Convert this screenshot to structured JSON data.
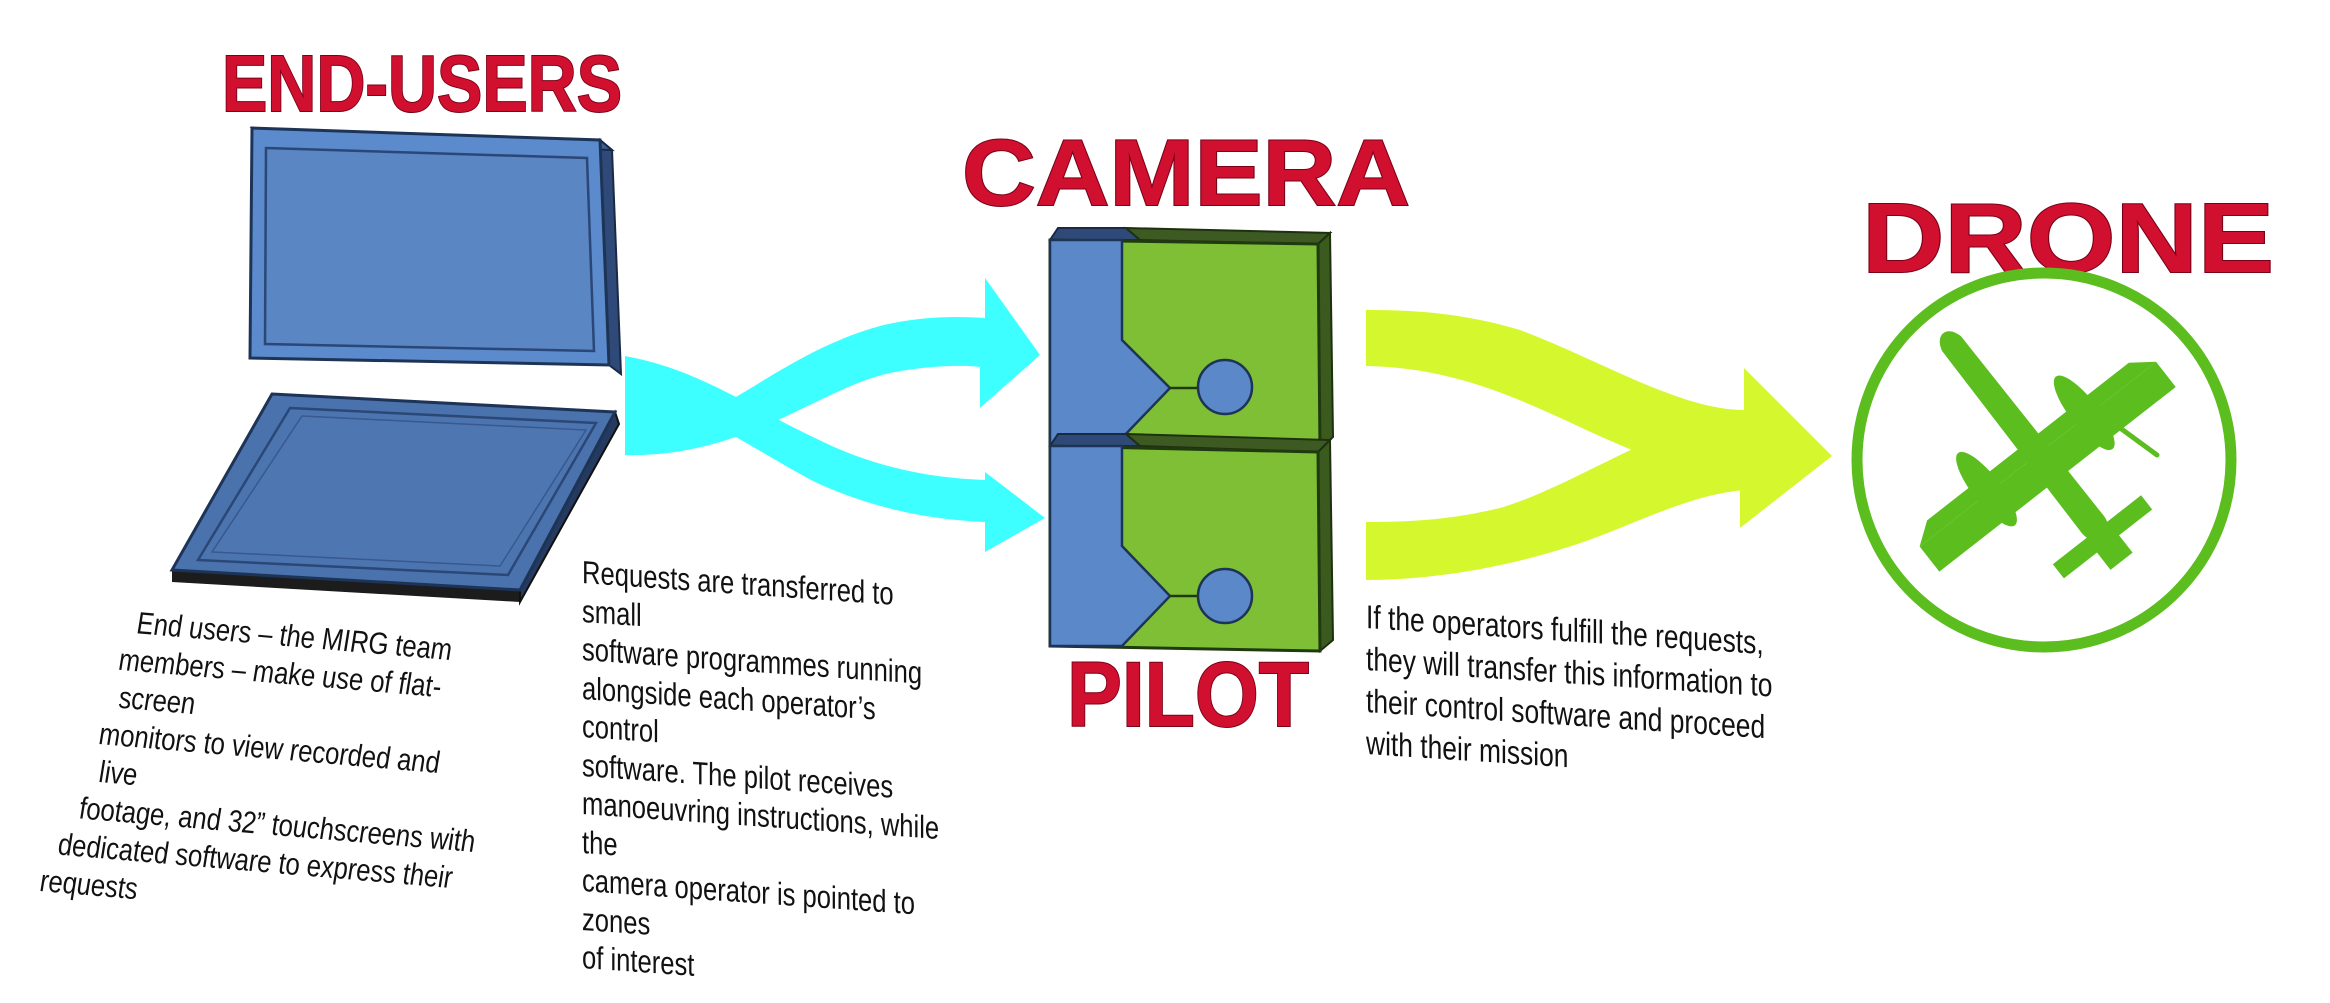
{
  "colors": {
    "heading": "#d0102e",
    "monitor_blue": "#5b8bcc",
    "monitor_dark": "#2f4a78",
    "module_green": "#7fbf35",
    "module_blue": "#5a88c8",
    "cyan_arrow": "#3effff",
    "lime_arrow": "#d4f72e",
    "drone_green": "#5cbd1e"
  },
  "icons": [
    "laptop-monitor-icon",
    "camera-module-icon",
    "pilot-module-icon",
    "airplane-icon"
  ],
  "headings": {
    "end_users": "END-USERS",
    "camera": "CAMERA",
    "pilot": "PILOT",
    "drone": "DRONE"
  },
  "captions": {
    "end_users": [
      "End users – the MIRG team",
      "members – make use of flat-screen",
      "monitors to view recorded and live",
      "footage, and 32” touchscreens with",
      "dedicated software to express their",
      "requests"
    ],
    "transfer": [
      "Requests are transferred to small",
      "software programmes running",
      "alongside each operator’s control",
      "software. The pilot receives",
      "manoeuvring instructions, while the",
      "camera operator is pointed to zones",
      "of interest"
    ],
    "fulfill": [
      "If the operators fulfill the requests,",
      "they will transfer this information to",
      "their control software and proceed",
      "with their mission"
    ]
  }
}
